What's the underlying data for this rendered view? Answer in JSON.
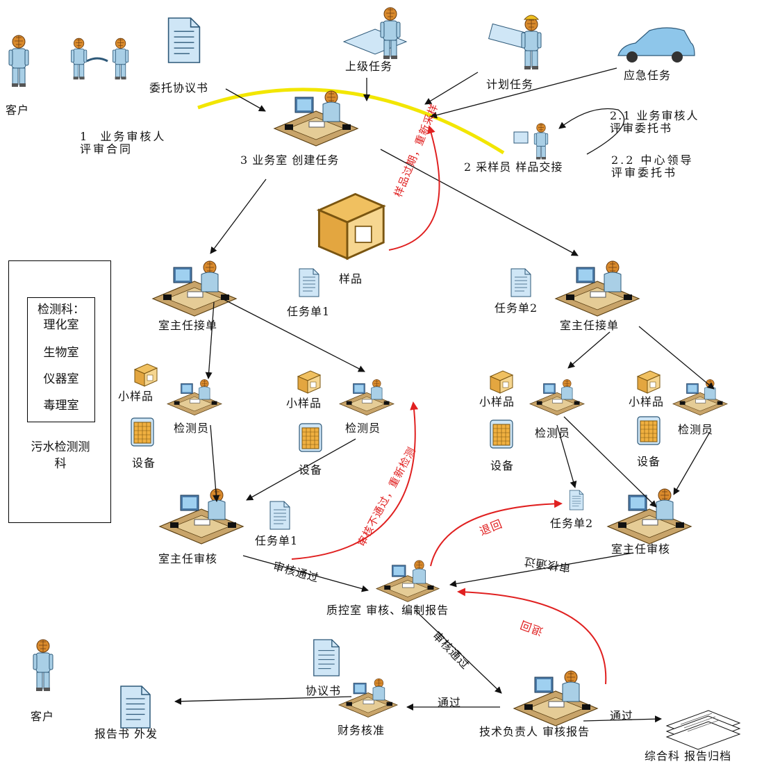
{
  "colors": {
    "arrow": "#111111",
    "return_arrow": "#e02020",
    "highlight": "#f2e600",
    "person_body": "#a9cfe6",
    "person_head": "#d98a2c",
    "desk": "#c8a46a"
  },
  "labels": {
    "customer_top": "客户",
    "entrust_agreement": "委托协议书",
    "review_contract": "1  业务审核人\n评审合同",
    "superior_task": "上级任务",
    "planned_task": "计划任务",
    "emergency_task": "应急任务",
    "create_task": "3 业务室 创建任务",
    "sampler_handover": "2 采样员 样品交接",
    "review_entrust_1": "2.1 业务审核人\n评审委托书",
    "review_entrust_2": "2.2 中心领导\n评审委托书",
    "sample": "样品",
    "resample": "样品过期，重新采样",
    "task_order1_top": "任务单1",
    "task_order2_top": "任务单2",
    "director_receive_left": "室主任接单",
    "director_receive_right": "室主任接单",
    "small_sample_1": "小样品",
    "small_sample_2": "小样品",
    "small_sample_3": "小样品",
    "small_sample_4": "小样品",
    "inspector_1": "检测员",
    "inspector_2": "检测员",
    "inspector_3": "检测员",
    "inspector_4": "检测员",
    "equipment_1": "设备",
    "equipment_2": "设备",
    "equipment_3": "设备",
    "equipment_4": "设备",
    "retest": "审核不通过，重新检测",
    "task_order1_bottom": "任务单1",
    "task_order2_bottom": "任务单2",
    "director_review_left": "室主任审核",
    "director_review_right": "室主任审核",
    "return_1": "退回",
    "return_2": "退回",
    "approved_left": "审核通过",
    "approved_right": "审核通过",
    "qc_review": "质控室 审核、编制报告",
    "approved_down": "审核通过",
    "customer_bottom": "客户",
    "report_dispatch": "报告书 外发",
    "agreement": "协议书",
    "finance_approve": "财务核准",
    "pass_left": "通过",
    "tech_review": "技术负责人 审核报告",
    "pass_right": "通过",
    "archive": "综合科 报告归档"
  },
  "legend": {
    "items": [
      "检测科：\n理化室",
      "生物室",
      "仪器室",
      "毒理室"
    ],
    "title": "污水检测测\n科"
  }
}
